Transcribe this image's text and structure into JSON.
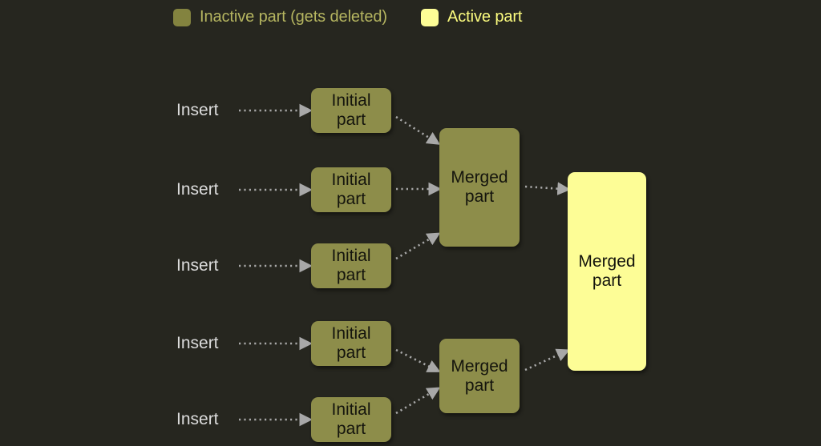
{
  "legend": {
    "inactive": {
      "label": "Inactive part (gets deleted)",
      "color": "#83833f",
      "swatch_name": "inactive-part-swatch"
    },
    "active": {
      "label": "Active part",
      "color": "#fdfd96",
      "swatch_name": "active-part-swatch"
    }
  },
  "colors": {
    "background": "#26261f",
    "inactive_box": "#8d8d4a",
    "active_box": "#fdfd96",
    "inactive_text": "#b5b560",
    "active_text": "#fdfd7f",
    "insert_text": "#dcdcdc",
    "node_text": "#14140d",
    "arrow": "#a8a8a8"
  },
  "inserts": [
    {
      "label": "Insert"
    },
    {
      "label": "Insert"
    },
    {
      "label": "Insert"
    },
    {
      "label": "Insert"
    },
    {
      "label": "Insert"
    }
  ],
  "initial_parts": [
    {
      "line1": "Initial",
      "line2": "part",
      "state": "inactive"
    },
    {
      "line1": "Initial",
      "line2": "part",
      "state": "inactive"
    },
    {
      "line1": "Initial",
      "line2": "part",
      "state": "inactive"
    },
    {
      "line1": "Initial",
      "line2": "part",
      "state": "inactive"
    },
    {
      "line1": "Initial",
      "line2": "part",
      "state": "inactive"
    }
  ],
  "merged_parts": [
    {
      "line1": "Merged",
      "line2": "part",
      "state": "inactive"
    },
    {
      "line1": "Merged",
      "line2": "part",
      "state": "inactive"
    }
  ],
  "final_part": {
    "line1": "Merged",
    "line2": "part",
    "state": "active"
  }
}
